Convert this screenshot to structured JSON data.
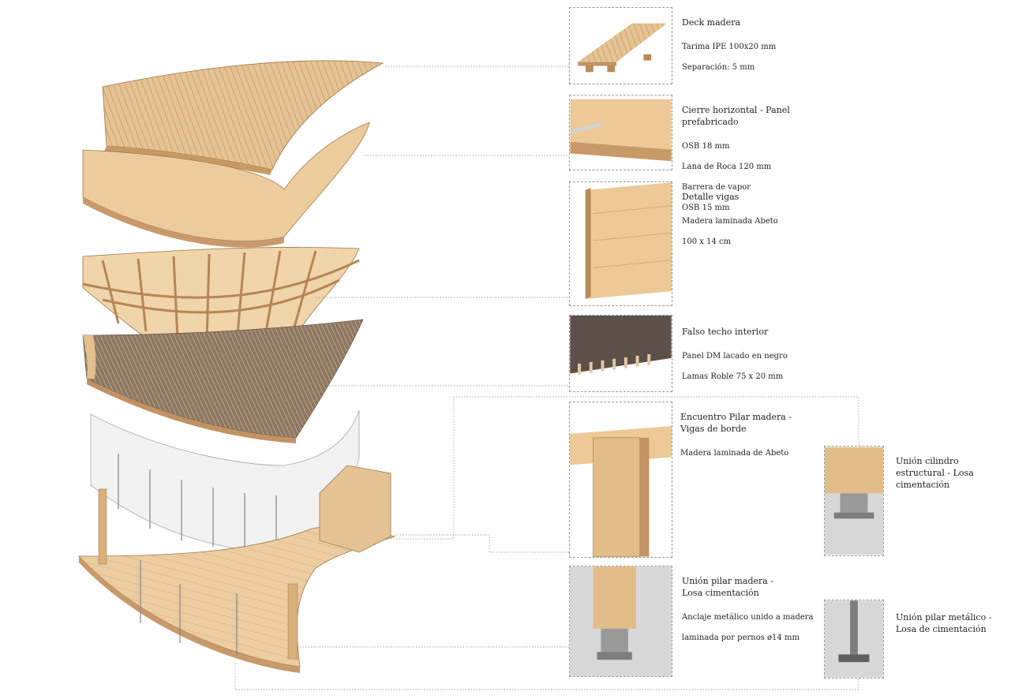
{
  "details": [
    {
      "title": "Deck madera",
      "lines": [
        "Tarima IPE 100x20 mm",
        "Separación: 5 mm"
      ]
    },
    {
      "title": "Cierre horizontal - Panel prefabricado",
      "lines": [
        "OSB 18 mm",
        "Lana de Roca 120 mm",
        "Barrera de vapor",
        "OSB 15 mm"
      ]
    },
    {
      "title": "Detalle vigas",
      "lines": [
        "Madera laminada Abeto",
        "100 x 14 cm"
      ]
    },
    {
      "title": "Falso techo interior",
      "lines": [
        "Panel DM lacado en negro",
        "Lamas Roble 75 x 20 mm"
      ]
    },
    {
      "title": "Encuentro Pilar madera -\nVigas de borde",
      "lines": [
        "Madera laminada de Abeto"
      ]
    },
    {
      "title": "Unión cilindro\nestructural - Losa\ncimentación",
      "lines": []
    },
    {
      "title": "Unión pilar madera -\nLosa cimentación",
      "lines": [
        "Anclaje metálico unido a madera",
        "laminada por pernos ø14 mm"
      ]
    },
    {
      "title": "Unión pilar metálico -\nLosa de cimentación",
      "lines": []
    }
  ],
  "colors": {
    "wood_light": "#e9c99b",
    "wood_mid": "#d9b07a",
    "wood_dark": "#b98a55",
    "ceiling_dark": "#5d5048",
    "glass": "#f3f3f3",
    "steel": "#7d7d7d",
    "concrete": "#d8d8d8"
  }
}
